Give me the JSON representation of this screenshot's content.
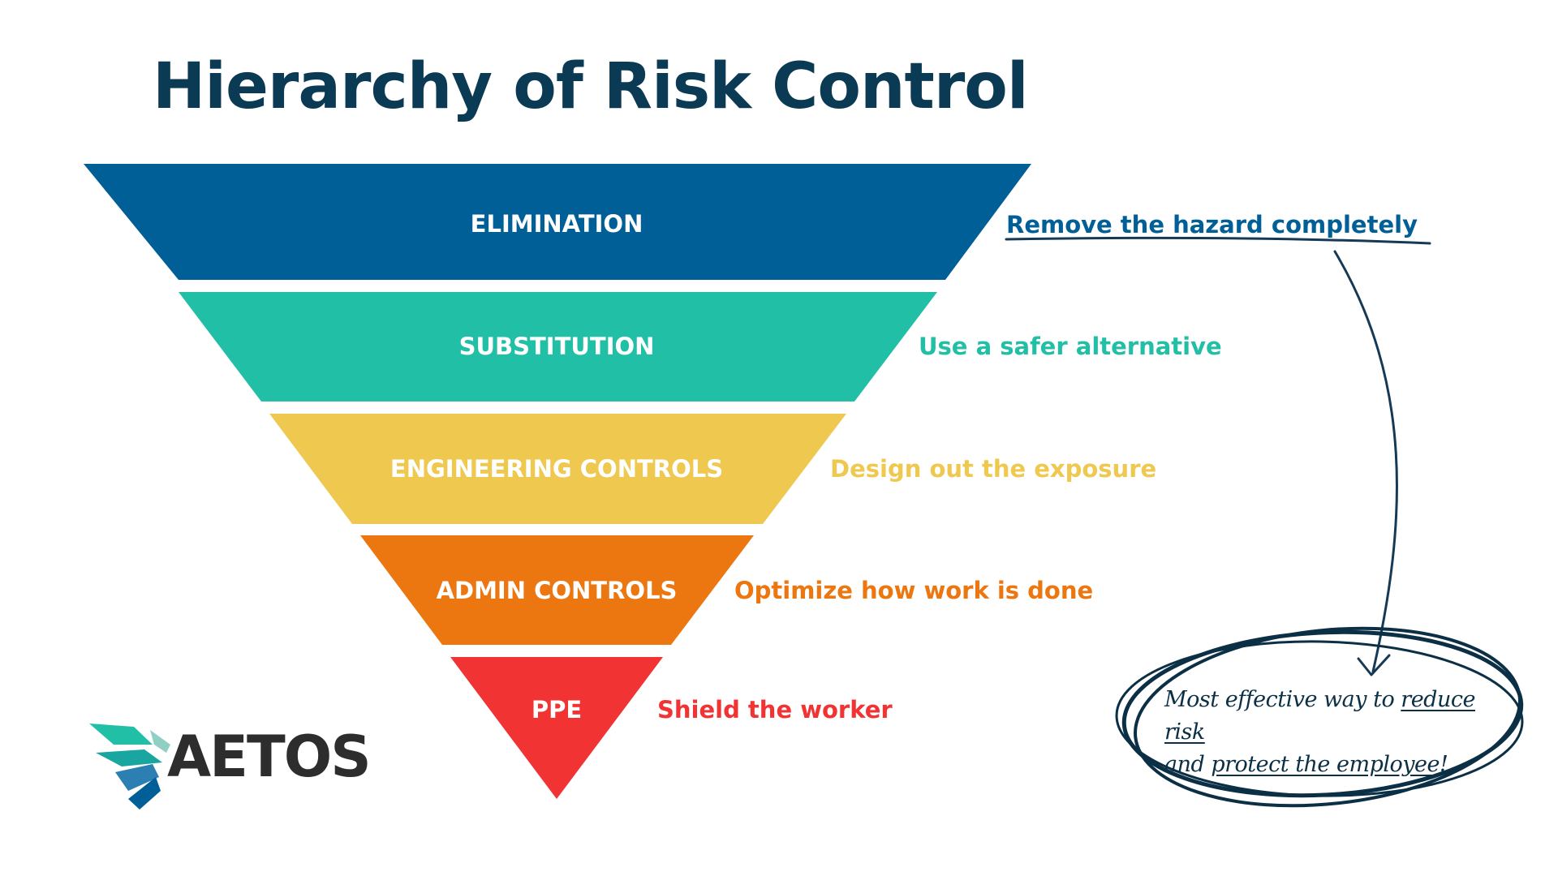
{
  "title": "Hierarchy of Risk Control",
  "tiers": [
    {
      "label": "ELIMINATION",
      "description": "Remove the hazard completely",
      "color": "#005f96"
    },
    {
      "label": "SUBSTITUTION",
      "description": "Use a safer alternative",
      "color": "#22bfa7"
    },
    {
      "label": "ENGINEERING CONTROLS",
      "description": "Design out the exposure",
      "color": "#efc84f"
    },
    {
      "label": "ADMIN CONTROLS",
      "description": "Optimize how work is done",
      "color": "#ec760f"
    },
    {
      "label": "PPE",
      "description": "Shield the worker",
      "color": "#f23333"
    }
  ],
  "note": {
    "line1_prefix": "Most effective way to ",
    "line1_emphasis": "reduce risk",
    "line2_prefix": "and ",
    "line2_emphasis": "protect the employee",
    "line2_suffix": "!"
  },
  "logo": {
    "text": "AETOS"
  },
  "colors": {
    "title": "#0b3a55",
    "note_ink": "#0b2f45",
    "arrow": "#163a55"
  }
}
